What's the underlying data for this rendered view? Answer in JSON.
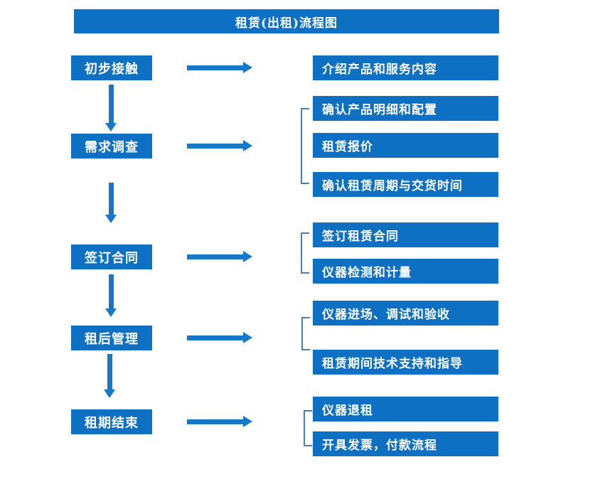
{
  "title": "租赁(出租)流程图",
  "colors": {
    "box_fill": "#0d70c2",
    "arrow": "#1778c8",
    "bracket": "#4c7fb3",
    "text": "#ffffff"
  },
  "flow": [
    {
      "step": "初步接触",
      "details": [
        "介绍产品和服务内容"
      ]
    },
    {
      "step": "需求调查",
      "details": [
        "确认产品明细和配置",
        "租赁报价",
        "确认租赁周期与交货时间"
      ]
    },
    {
      "step": "签订合同",
      "details": [
        "签订租赁合同",
        "仪器检测和计量"
      ]
    },
    {
      "step": "租后管理",
      "details": [
        "仪器进场、调试和验收",
        "租赁期间技术支持和指导"
      ]
    },
    {
      "step": "租期结束",
      "details": [
        "仪器退租",
        "开具发票，付款流程"
      ]
    }
  ]
}
